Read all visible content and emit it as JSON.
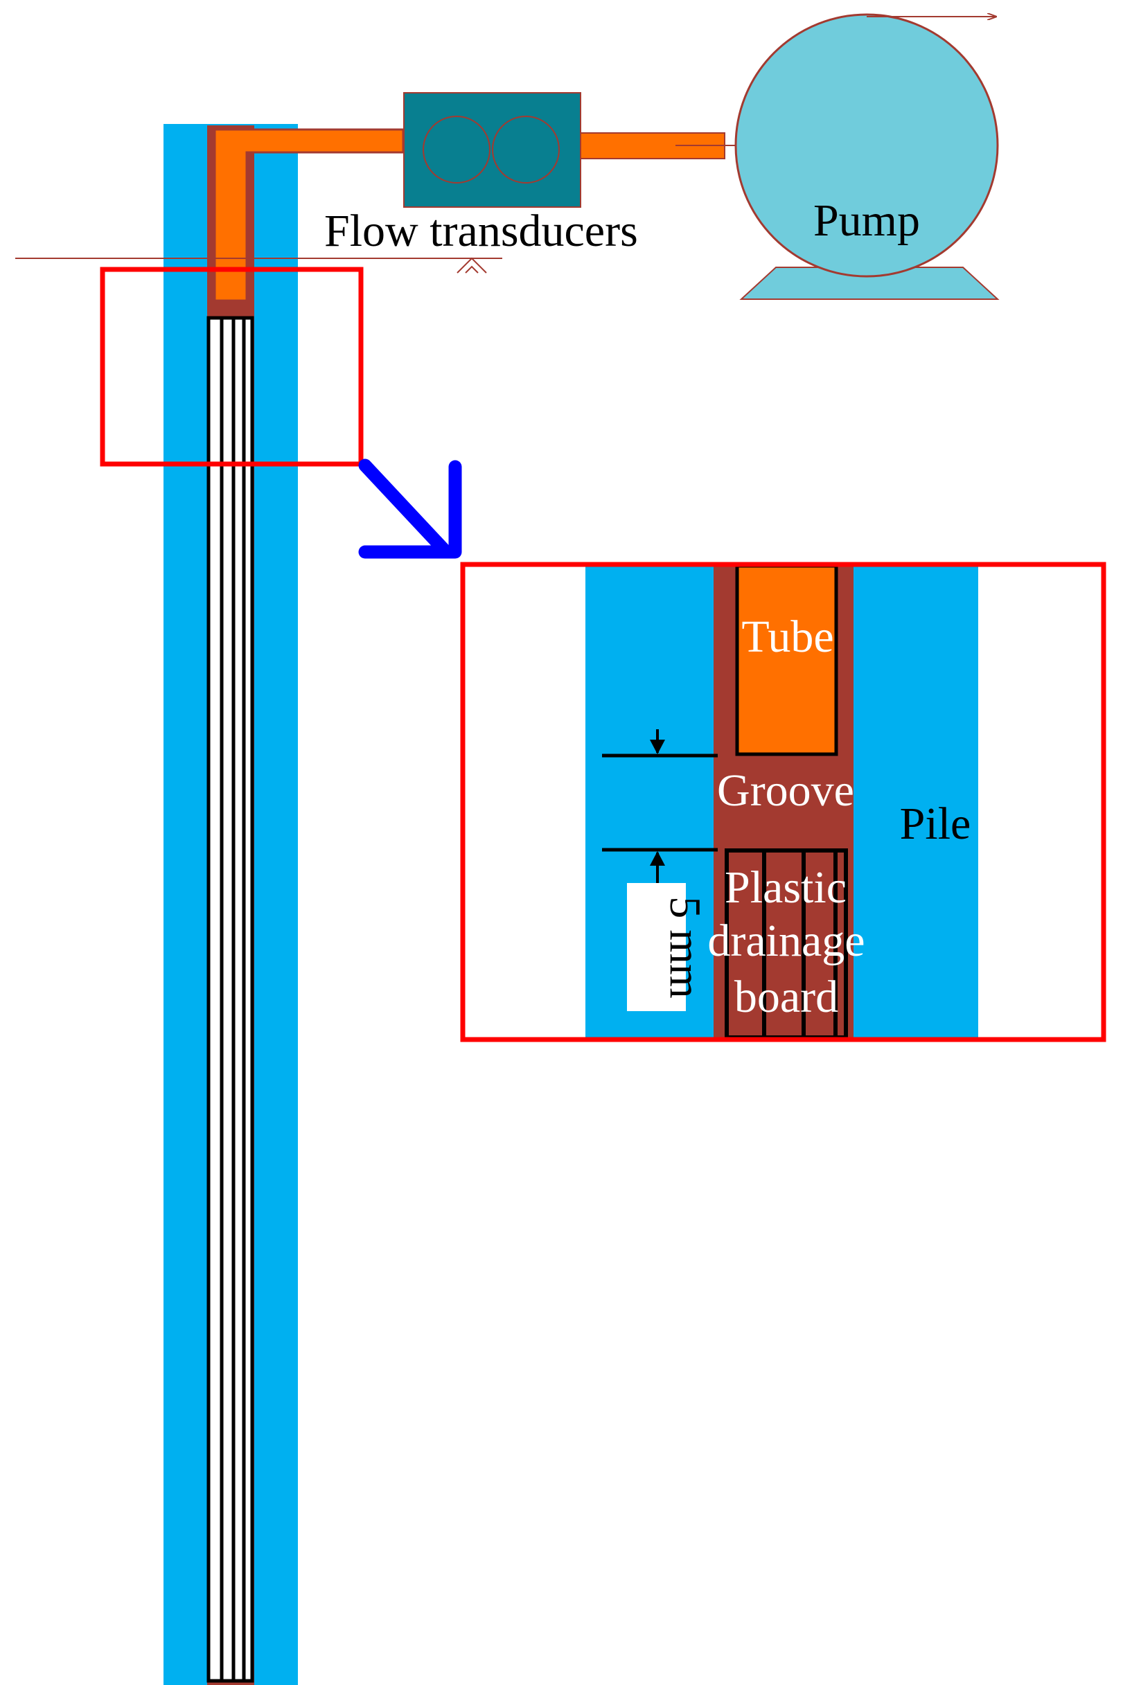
{
  "labels": {
    "flow_transducers": "Flow transducers",
    "pump": "Pump",
    "tube": "Tube",
    "groove": "Groove",
    "pile": "Pile",
    "plastic": "Plastic",
    "drainage": "drainage",
    "board": "board",
    "dimension": "5 mm"
  },
  "colors": {
    "pile": "#00B0F0",
    "groove": "#A33A30",
    "tube": "#FF7000",
    "transducer_body": "#087F90",
    "pump_body": "#70CCDC",
    "highlight_frame": "#FF0000",
    "zoom_arrow": "#0000FF",
    "flow_line": "#A33A30",
    "board_lines": "#000000"
  },
  "icons": {
    "transducer": "flow-transducer-icon",
    "pump": "pump-icon",
    "arrow": "zoom-arrow-icon",
    "water_level": "water-level-icon"
  }
}
